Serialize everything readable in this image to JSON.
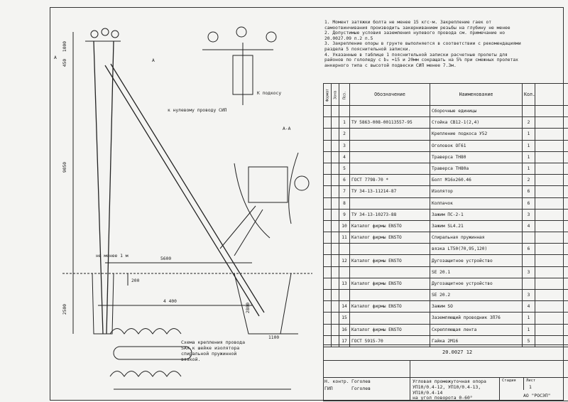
{
  "notes": [
    "1. Момент затяжки болта не менее 15 кгс·м. Закрепление гаек от",
    "самоотвинчивания производить закерниванием резьбы на глубину не менее",
    "2. Допустимые условия заземления нулевого провода см. примечание но",
    "20.0027.09 п.2 п.5",
    "3. Закрепление опоры в грунте выполняется в соответствии с рекомендациями",
    "раздела 5 пояснительной записки.",
    "4. Указанные в таблице 1 пояснительной записки расчетные пролеты для",
    "районов по гололеду с b₀ =15 и 20мм сокращать на 5% при смежных пролетах",
    "анкерного типа с высотой подвески СИП менее 7.3м."
  ],
  "spec_headers": {
    "format": "Формат",
    "zone": "Зона",
    "pos": "Поз.",
    "designation": "Обозначение",
    "name": "Наименование",
    "qty": "Кол."
  },
  "spec_rows": [
    {
      "pos": "",
      "designation": "",
      "name": "Сборочные единицы",
      "qty": ""
    },
    {
      "pos": "1",
      "designation": "ТУ 5863-008-00113557-95",
      "name": "Стойка СВ12-1(2,4)",
      "qty": "2"
    },
    {
      "pos": "2",
      "designation": "",
      "name": "Крепление подкоса У52",
      "qty": "1"
    },
    {
      "pos": "3",
      "designation": "",
      "name": "Оголовок ОГ61",
      "qty": "1"
    },
    {
      "pos": "4",
      "designation": "",
      "name": "Траверса ТН80",
      "qty": "1"
    },
    {
      "pos": "5",
      "designation": "",
      "name": "Траверса ТН80а",
      "qty": "1"
    },
    {
      "pos": "6",
      "designation": "ГОСТ 7798-70 *",
      "name": "Болт М16х260.46",
      "qty": "2"
    },
    {
      "pos": "7",
      "designation": "ТУ 34-13-11214-87",
      "name": "Изолятор",
      "qty": "6"
    },
    {
      "pos": "8",
      "designation": "",
      "name": "Колпачок",
      "qty": "6"
    },
    {
      "pos": "9",
      "designation": "ТУ 34-13-10273-88",
      "name": "Зажим ПС-2-1",
      "qty": "3"
    },
    {
      "pos": "10",
      "designation": "Каталог фирмы ENSTO",
      "name": "Зажим SL4.21",
      "qty": "4"
    },
    {
      "pos": "11",
      "designation": "Каталог фирмы ENSTO",
      "name": "Спиральная пружинная",
      "qty": ""
    },
    {
      "pos": "",
      "designation": "",
      "name": "вязка LT50(70,95,120)",
      "qty": "6"
    },
    {
      "pos": "12",
      "designation": "Каталог фирмы ENSTO",
      "name": "Дугозащитное устройство",
      "qty": ""
    },
    {
      "pos": "",
      "designation": "",
      "name": "SE 20.1",
      "qty": "3"
    },
    {
      "pos": "13",
      "designation": "Каталог фирмы ENSTO",
      "name": "Дугозащитное устройство",
      "qty": ""
    },
    {
      "pos": "",
      "designation": "",
      "name": "SE 20.2",
      "qty": "3"
    },
    {
      "pos": "14",
      "designation": "Каталог фирмы ENSTO",
      "name": "Зажим SO",
      "qty": "4"
    },
    {
      "pos": "15",
      "designation": "",
      "name": "Заземляющий проводник ЗП76",
      "qty": "1"
    },
    {
      "pos": "16",
      "designation": "Каталог фирмы ENSTO",
      "name": "Скрепляющая лента",
      "qty": "1"
    },
    {
      "pos": "17",
      "designation": "ГОСТ 5915-70",
      "name": "Гайка 2М16",
      "qty": "5"
    }
  ],
  "title_block": {
    "doc_code": "20.0027 12",
    "role1": "Н. контр.",
    "person1": "Гоголев",
    "role2": "ГИП",
    "person2": "Гоголев",
    "title_l1": "Угловая промежуточная опора",
    "title_l2": "УП10/0.4-12, УП10/0.4-13,",
    "title_l3": "УП10/0.4-14",
    "title_l4": "на угол поворота 0-60°",
    "stage_label": "Стадия",
    "sheet_label": "Лист",
    "sheet_num": "1",
    "org": "АО \"РОСЭП\""
  },
  "drawing_labels": {
    "dim_450": "450",
    "dim_1000": "1000",
    "dim_9050": "9050",
    "dim_5600": "5600",
    "dim_200": "200",
    "dim_2500": "2500",
    "dim_4400": "4 400",
    "dim_2800": "2800",
    "dim_1100": "1100",
    "not_less": "не менее 1 м",
    "to_wire": "к нулевому проводу СИП",
    "to_brace": "К подкосу",
    "section": "А-А",
    "mark_a": "А"
  },
  "caption": [
    "Схема крепления провода",
    "SAX к шейке изолятора",
    "спиральной пружинной",
    "вязкой."
  ]
}
